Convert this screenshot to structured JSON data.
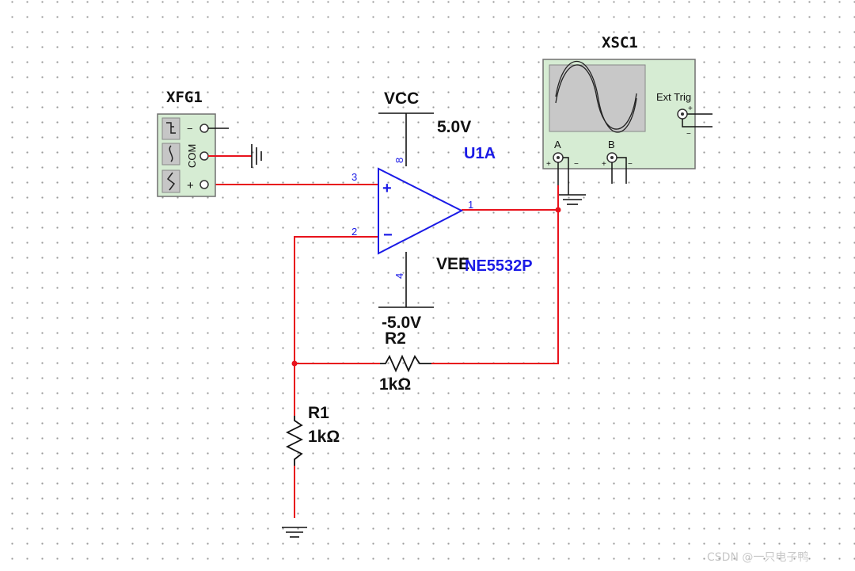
{
  "colors": {
    "wire": "#e8121c",
    "opamp": "#1a1ae6",
    "instrument_fill": "#d6ecd3",
    "instrument_border": "#707070",
    "screen": "#c8c8c8",
    "ink": "#111111"
  },
  "function_generator": {
    "ref": "XFG1",
    "com_label": "COM",
    "minus_label": "−",
    "plus_label": "+"
  },
  "oscilloscope": {
    "ref": "XSC1",
    "ext_trig_label": "Ext Trig",
    "channel_a": "A",
    "channel_b": "B",
    "plus": "+",
    "minus": "−"
  },
  "supply": {
    "vcc_name": "VCC",
    "vcc_value": "5.0V",
    "vee_name": "VEE",
    "vee_value": "-5.0V"
  },
  "opamp": {
    "ref": "U1A",
    "part": "NE5532P",
    "plus_sign": "+",
    "minus_sign": "−",
    "pin_in_plus": "3",
    "pin_in_minus": "2",
    "pin_out": "1",
    "pin_vcc": "8",
    "pin_vee": "4"
  },
  "resistors": [
    {
      "ref": "R2",
      "value": "1kΩ"
    },
    {
      "ref": "R1",
      "value": "1kΩ"
    }
  ],
  "watermark": "CSDN @一只电子鸭"
}
